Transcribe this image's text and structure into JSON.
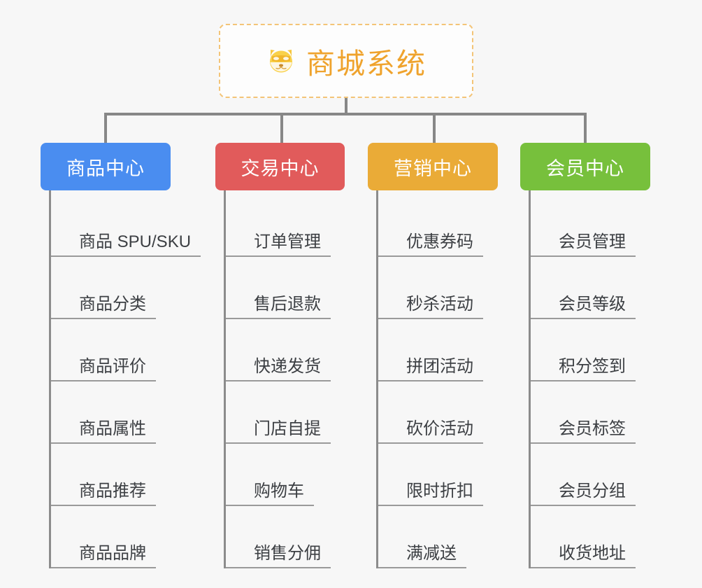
{
  "page": {
    "background_color": "#f7f7f7",
    "line_color": "#878787"
  },
  "root": {
    "title": "商城系统",
    "icon": "dog-face-icon",
    "text_color": "#efa32d",
    "border_color": "#f3c477"
  },
  "categories": [
    {
      "label": "商品中心",
      "color": "#4a8df0",
      "items": [
        "商品 SPU/SKU",
        "商品分类",
        "商品评价",
        "商品属性",
        "商品推荐",
        "商品品牌"
      ]
    },
    {
      "label": "交易中心",
      "color": "#e15b5b",
      "items": [
        "订单管理",
        "售后退款",
        "快递发货",
        "门店自提",
        "购物车",
        "销售分佣"
      ]
    },
    {
      "label": "营销中心",
      "color": "#eaab37",
      "items": [
        "优惠券码",
        "秒杀活动",
        "拼团活动",
        "砍价活动",
        "限时折扣",
        "满减送"
      ]
    },
    {
      "label": "会员中心",
      "color": "#77c03c",
      "items": [
        "会员管理",
        "会员等级",
        "积分签到",
        "会员标签",
        "会员分组",
        "收货地址"
      ]
    }
  ]
}
